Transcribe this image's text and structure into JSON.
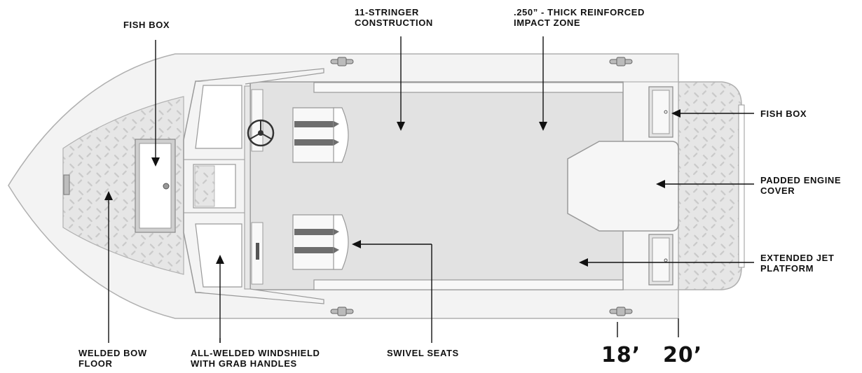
{
  "labels": {
    "fish_box_bow": "FISH BOX",
    "stringer": [
      "11-STRINGER",
      "CONSTRUCTION"
    ],
    "impact_zone": [
      ".250” - THICK REINFORCED",
      "IMPACT ZONE"
    ],
    "fish_box_stern": "FISH BOX",
    "engine_cover": [
      "PADDED ENGINE",
      "COVER"
    ],
    "jet_platform": [
      "EXTENDED JET",
      "PLATFORM"
    ],
    "bow_floor": [
      "WELDED BOW",
      "FLOOR"
    ],
    "windshield": [
      "ALL-WELDED WINDSHIELD",
      "WITH GRAB HANDLES"
    ],
    "swivel_seats": "SWIVEL SEATS"
  },
  "lengths": {
    "short": "18’",
    "long": "20’"
  },
  "colors": {
    "hull": "#f3f3f3",
    "deck": "#e2e2e2",
    "outline": "#b0b0b0",
    "plate": "#e6e6e6",
    "plate_pattern": "#c9c9c9",
    "seat_stripe": "#6e6e6e",
    "dark": "#333333",
    "text": "#111111"
  }
}
